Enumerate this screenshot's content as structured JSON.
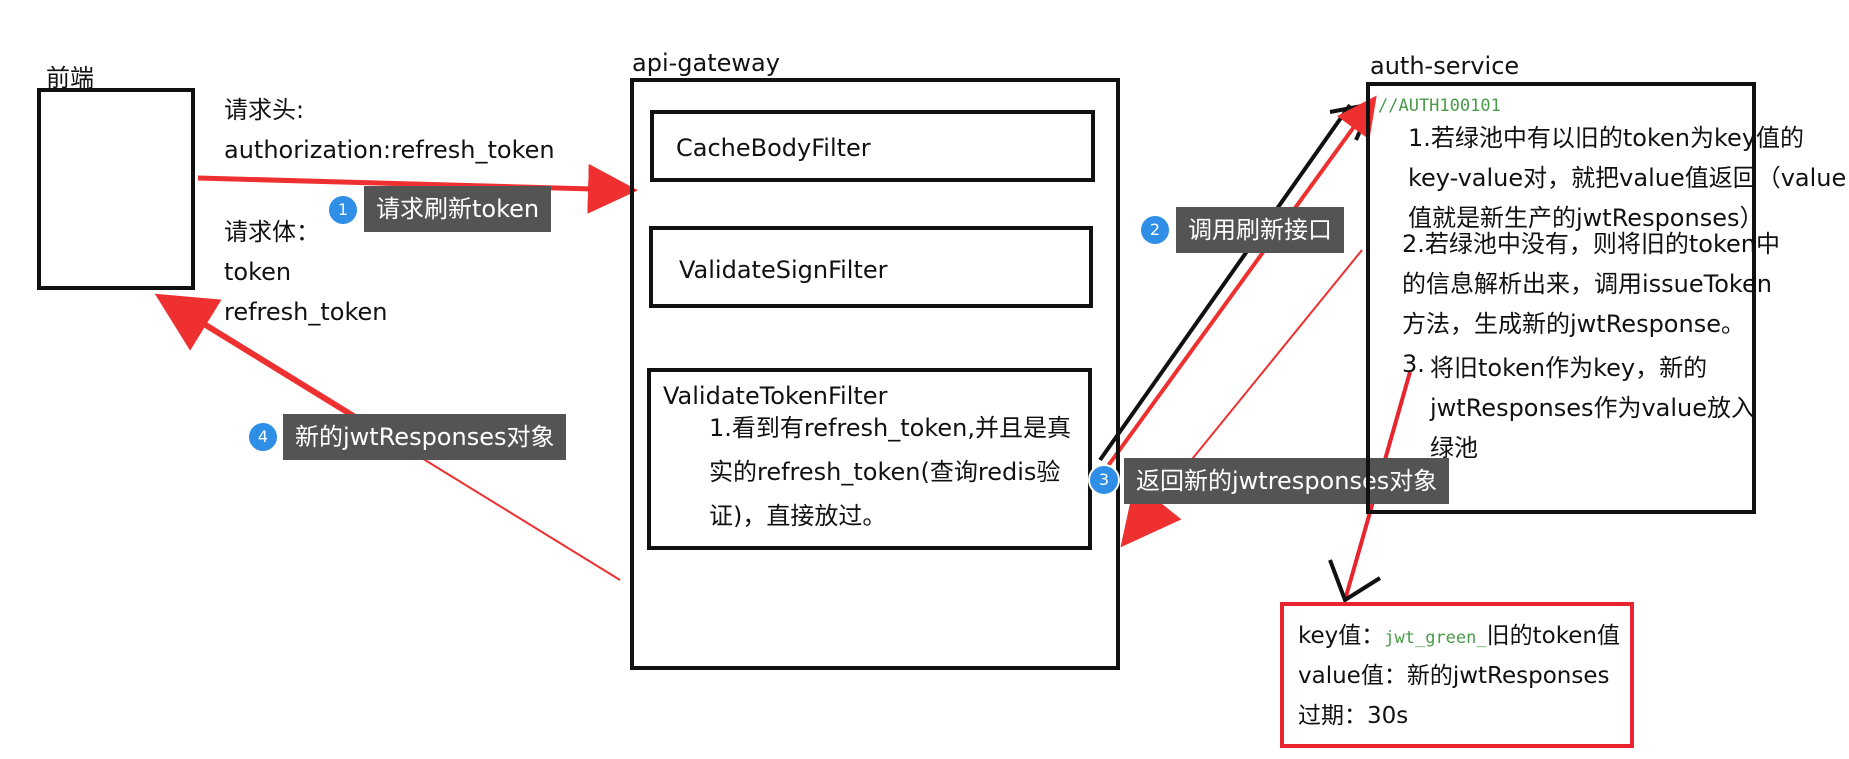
{
  "frontend": {
    "title": "前端"
  },
  "gateway": {
    "title": "api-gateway",
    "filters": [
      "CacheBodyFilter",
      "ValidateSignFilter",
      "ValidateTokenFilter"
    ],
    "token_filter_note": [
      "1.看到有refresh_token,并且是真",
      "实的refresh_token(查询redis验",
      "证)，直接放过。"
    ]
  },
  "auth": {
    "title": "auth-service",
    "code_comment": "//AUTH100101",
    "notes": [
      "1.若绿池中有以旧的token为key值的",
      "key-value对，就把value值返回（value",
      "值就是新生产的jwtResponses）",
      "2.若绿池中没有，则将旧的token中",
      "的信息解析出来，调用issueToken",
      "方法，生成新的jwtResponse。",
      "3.",
      "将旧token作为key，新的",
      "jwtResponses作为value放入",
      "绿池"
    ]
  },
  "request": {
    "header_label": "请求头:",
    "header_value": "authorization:refresh_token",
    "body_label": "请求体：",
    "body_fields": [
      "token",
      "refresh_token"
    ]
  },
  "steps": [
    {
      "num": "1",
      "label": "请求刷新token"
    },
    {
      "num": "2",
      "label": "调用刷新接口"
    },
    {
      "num": "3",
      "label": "返回新的jwtresponses对象"
    },
    {
      "num": "4",
      "label": "新的jwtResponses对象"
    }
  ],
  "green_pool": {
    "key_label": "key值：",
    "key_code": "jwt_green_",
    "key_suffix": "旧的token值",
    "value_line": "value值：新的jwtResponses",
    "expire_line": "过期：30s"
  },
  "colors": {
    "arrow_red": "#ee3030",
    "box_red": "#e8242f",
    "badge_blue": "#2f8ee5",
    "tag_gray": "#545454"
  }
}
